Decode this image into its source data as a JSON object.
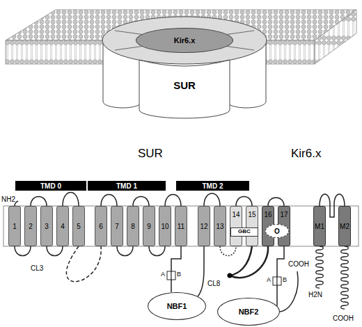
{
  "diagram": {
    "nodes": [
      {
        "text": [
          "Kir6.x"
        ]
      },
      {
        "text": [
          "SUR"
        ]
      },
      {
        "text": [
          "TMD 0"
        ]
      },
      {
        "text": [
          "TMD 1"
        ]
      },
      {
        "text": [
          "TMD 2"
        ]
      },
      {
        "text": [
          "1"
        ]
      },
      {
        "text": [
          "2"
        ]
      },
      {
        "text": [
          "3"
        ]
      },
      {
        "text": [
          "4"
        ]
      },
      {
        "text": [
          "5"
        ]
      },
      {
        "text": [
          "6"
        ]
      },
      {
        "text": [
          "7"
        ]
      },
      {
        "text": [
          "8"
        ]
      },
      {
        "text": [
          "9"
        ]
      },
      {
        "text": [
          "10"
        ]
      },
      {
        "text": [
          "11"
        ]
      },
      {
        "text": [
          "12"
        ]
      },
      {
        "text": [
          "13"
        ]
      },
      {
        "text": [
          "14"
        ]
      },
      {
        "text": [
          "15"
        ]
      },
      {
        "text": [
          "16"
        ]
      },
      {
        "text": [
          "17"
        ]
      },
      {
        "text": [
          "M1"
        ]
      },
      {
        "text": [
          "M2"
        ]
      },
      {
        "text": [
          "GBC"
        ]
      },
      {
        "text": [
          "O"
        ]
      },
      {
        "text": [
          "NBF1"
        ]
      },
      {
        "text": [
          "NBF2"
        ]
      }
    ],
    "edges": [
      {
        "from": 5,
        "to": 6,
        "arrow": "none"
      },
      {
        "from": 6,
        "to": 7,
        "arrow": "none"
      },
      {
        "from": 7,
        "to": 8,
        "arrow": "none"
      },
      {
        "from": 8,
        "to": 9,
        "arrow": "none"
      },
      {
        "from": 9,
        "to": 10,
        "label": "CL3",
        "arrow": "none"
      },
      {
        "from": 10,
        "to": 11,
        "arrow": "none"
      },
      {
        "from": 11,
        "to": 12,
        "arrow": "none"
      },
      {
        "from": 12,
        "to": 13,
        "arrow": "none"
      },
      {
        "from": 13,
        "to": 14,
        "arrow": "none"
      },
      {
        "from": 14,
        "to": 15,
        "arrow": "none"
      },
      {
        "from": 15,
        "to": 26,
        "arrow": "none"
      },
      {
        "from": 26,
        "to": 16,
        "arrow": "none"
      },
      {
        "from": 16,
        "to": 17,
        "arrow": "none"
      },
      {
        "from": 17,
        "to": 18,
        "arrow": "none"
      },
      {
        "from": 18,
        "to": 19,
        "arrow": "none"
      },
      {
        "from": 19,
        "to": 20,
        "label": "CL8",
        "arrow": "none"
      },
      {
        "from": 20,
        "to": 21,
        "arrow": "none"
      },
      {
        "from": 21,
        "to": 27,
        "arrow": "none"
      },
      {
        "from": 22,
        "to": 23,
        "arrow": "none"
      }
    ],
    "labels": [
      "SUR",
      "Kir6.x",
      "NH2",
      "A",
      "B",
      "A",
      "B",
      "COOH",
      "H2N",
      "COOH"
    ]
  }
}
